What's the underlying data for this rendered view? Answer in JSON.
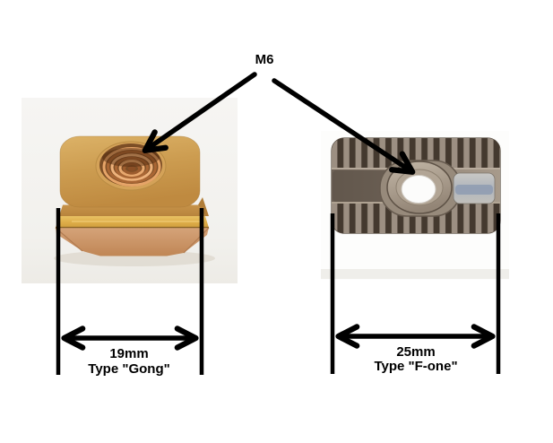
{
  "diagram": {
    "thread_annotation": "M6",
    "left_item": {
      "width_label": "19mm",
      "type_label": "Type \"Gong\""
    },
    "right_item": {
      "width_label": "25mm",
      "type_label": "Type \"F-one\""
    }
  },
  "colors": {
    "annotation": "#000000",
    "page_background": "#ffffff",
    "left_photo_background": "#f3f2ef",
    "brass": "#c9984f",
    "steel": "#8d8073"
  }
}
